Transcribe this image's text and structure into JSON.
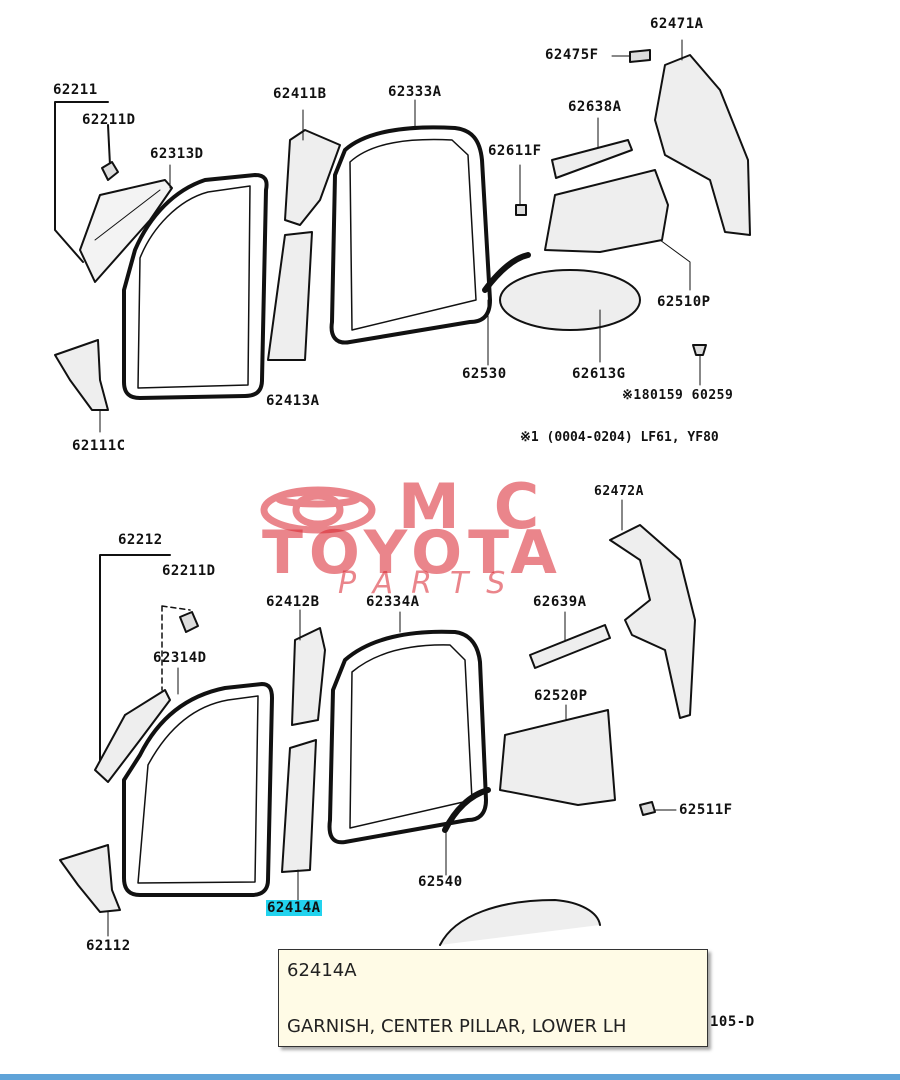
{
  "diagram": {
    "labels_top": {
      "p62211": "62211",
      "p62211d": "62211D",
      "p62313d": "62313D",
      "p62411b": "62411B",
      "p62333a": "62333A",
      "p62471a": "62471A",
      "p62475f": "62475F",
      "p62638a": "62638A",
      "p62611f": "62611F",
      "p62510p": "62510P",
      "p62530": "62530",
      "p62613g": "62613G",
      "p62413a": "62413A",
      "p62111c": "62111C",
      "p90159": "※180159 60259"
    },
    "labels_bottom": {
      "p62212": "62212",
      "p62211d": "62211D",
      "p62314d": "62314D",
      "p62412b": "62412B",
      "p62334a": "62334A",
      "p62472a": "62472A",
      "p62639a": "62639A",
      "p62520p": "62520P",
      "p62511f": "62511F",
      "p62540": "62540",
      "p62414a": "62414A",
      "p62112": "62112"
    },
    "note": "※1 (0004-0204) LF61, YF80",
    "suffix": "105-D"
  },
  "watermark": {
    "line1": "MC",
    "line2": "TOYOTA",
    "line3": "PARTS",
    "color": "#d9232d"
  },
  "tooltip": {
    "code": "62414A",
    "description": "GARNISH, CENTER PILLAR, LOWER LH"
  },
  "colors": {
    "highlight": "#22d3ee",
    "tooltip_bg": "#fffbe6",
    "bar": "#5fa3d8"
  }
}
